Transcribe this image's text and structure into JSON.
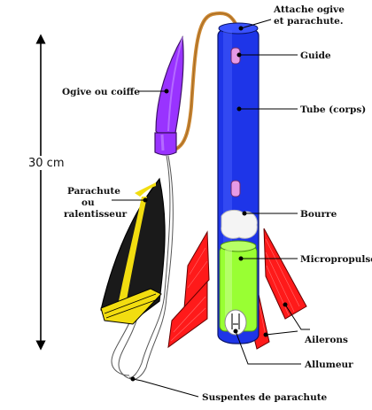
{
  "dimension": {
    "label": "30 cm"
  },
  "labels": {
    "attache_line1": "Attache ogive",
    "attache_line2": "et parachute.",
    "guide": "Guide",
    "ogive": "Ogive ou coiffe",
    "tube": "Tube (corps)",
    "parachute_line1": "Parachute",
    "parachute_line2": "ou",
    "parachute_line3": "ralentisseur",
    "bourre": "Bourre",
    "micropropulseur": "Micropropulseur",
    "ailerons": "Ailerons",
    "allumeur": "Allumeur",
    "suspentes": "Suspentes de parachute"
  },
  "colors": {
    "tube": "#1e35e8",
    "ogive": "#9933ff",
    "cord": "#cc8833",
    "motor": "#99ff33",
    "fins": "#ff1a1a",
    "parachute_dark": "#1a1a1a",
    "parachute_yellow": "#f2dd10",
    "guide": "#e69ae6"
  }
}
